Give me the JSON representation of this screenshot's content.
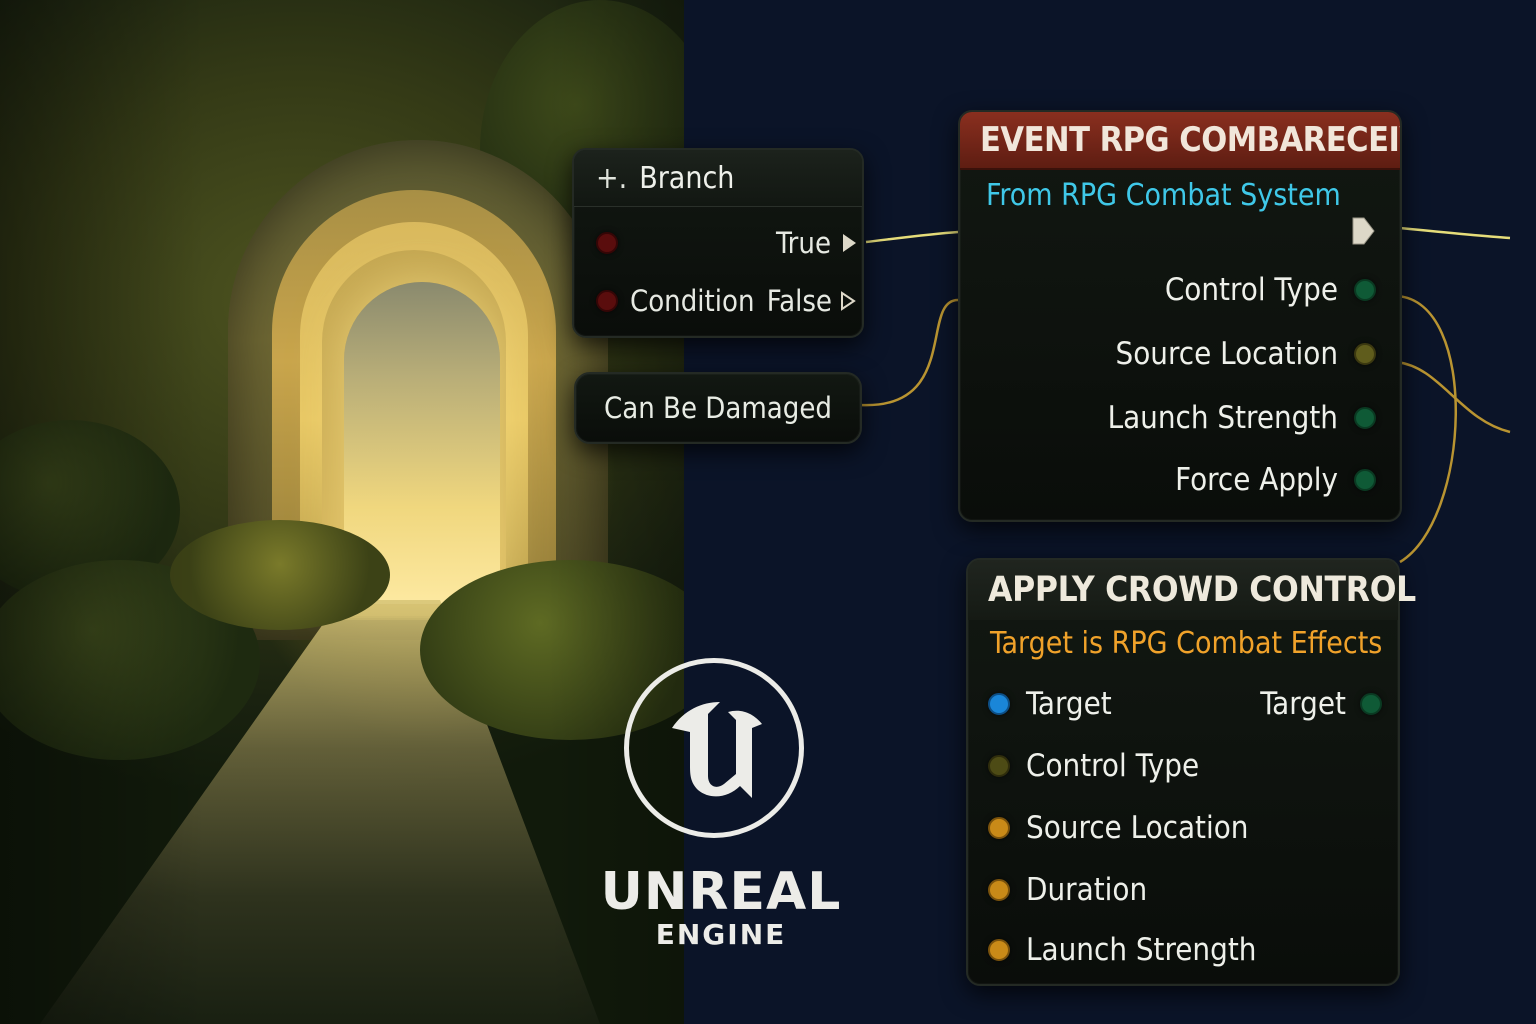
{
  "branch_node": {
    "icon": "branch-plus-icon",
    "title": "Branch",
    "true_label": "True",
    "condition_label": "Condition",
    "false_label": "False"
  },
  "damaged_node": {
    "label": "Can Be Damaged"
  },
  "event_node": {
    "title": "EVENT RPG COMBARECEIVED",
    "subtitle": "From RPG Combat System",
    "pins": [
      {
        "label": "Control Type",
        "color": "green"
      },
      {
        "label": "Source Location",
        "color": "olive"
      },
      {
        "label": "Launch Strength",
        "color": "green"
      },
      {
        "label": "Force Apply",
        "color": "green"
      }
    ],
    "header_color": "#8a2f1f",
    "subtitle_color": "#3fc8e8"
  },
  "crowd_node": {
    "title": "APPLY CROWD CONTROL",
    "subtitle": "Target is RPG Combat Effects",
    "output_pin": "Target",
    "inputs": [
      {
        "label": "Target",
        "color": "blue"
      },
      {
        "label": "Control Type",
        "color": "darkolive"
      },
      {
        "label": "Source Location",
        "color": "orange"
      },
      {
        "label": "Duration",
        "color": "orange"
      },
      {
        "label": "Launch Strength",
        "color": "orange"
      }
    ],
    "subtitle_color": "#f0a22a"
  },
  "logo": {
    "wordmark": "UNREAL",
    "subword": "ENGINE",
    "icon": "unreal-engine-logo-icon"
  },
  "colors": {
    "background": "#0b1428",
    "wire_exec": "#e6dd7a",
    "wire_data": "#b99431"
  }
}
